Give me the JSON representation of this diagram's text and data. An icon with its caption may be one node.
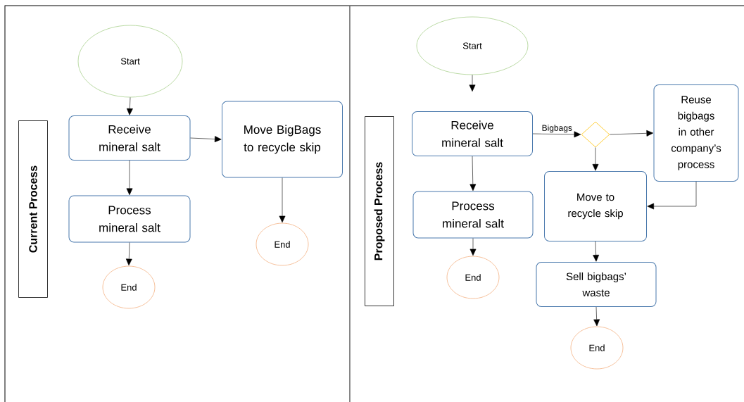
{
  "diagram": {
    "nodes": [
      {
        "text": [
          "Current Process"
        ]
      },
      {
        "text": [
          "Start"
        ]
      },
      {
        "text": [
          "Receive mineral salt"
        ]
      },
      {
        "text": [
          "Move BigBags to recycle skip"
        ]
      },
      {
        "text": [
          "Process mineral salt"
        ]
      },
      {
        "text": [
          "End"
        ]
      },
      {
        "text": [
          "End"
        ]
      },
      {
        "text": [
          "Proposed Process"
        ]
      },
      {
        "text": [
          "Start"
        ]
      },
      {
        "text": [
          "Receive mineral salt"
        ]
      },
      {
        "text": [],
        "shape": "diamond"
      },
      {
        "text": [
          "Reuse bigbags in other company’s process"
        ]
      },
      {
        "text": [
          "Move to recycle skip"
        ]
      },
      {
        "text": [
          "Process mineral salt"
        ]
      },
      {
        "text": [
          "End"
        ]
      },
      {
        "text": [
          "Sell bigbags’ waste"
        ]
      },
      {
        "text": [
          "End"
        ]
      }
    ],
    "edges": [
      {
        "from": 1,
        "to": 2,
        "arrow": "to"
      },
      {
        "from": 2,
        "to": 3,
        "arrow": "to"
      },
      {
        "from": 2,
        "to": 4,
        "arrow": "to"
      },
      {
        "from": 4,
        "to": 5,
        "arrow": "to"
      },
      {
        "from": 3,
        "to": 6,
        "arrow": "to"
      },
      {
        "from": 8,
        "to": null,
        "arrow": "to"
      },
      {
        "from": 9,
        "to": 10,
        "arrow": "to",
        "label": "Bigbags"
      },
      {
        "from": 10,
        "to": 11,
        "arrow": "to"
      },
      {
        "from": 10,
        "to": 12,
        "arrow": "to"
      },
      {
        "from": 11,
        "to": 12,
        "arrow": "to"
      },
      {
        "from": 9,
        "to": 13,
        "arrow": "to"
      },
      {
        "from": 13,
        "to": 14,
        "arrow": "to"
      },
      {
        "from": 12,
        "to": 15,
        "arrow": "to"
      },
      {
        "from": 15,
        "to": 16,
        "arrow": "to"
      }
    ]
  }
}
